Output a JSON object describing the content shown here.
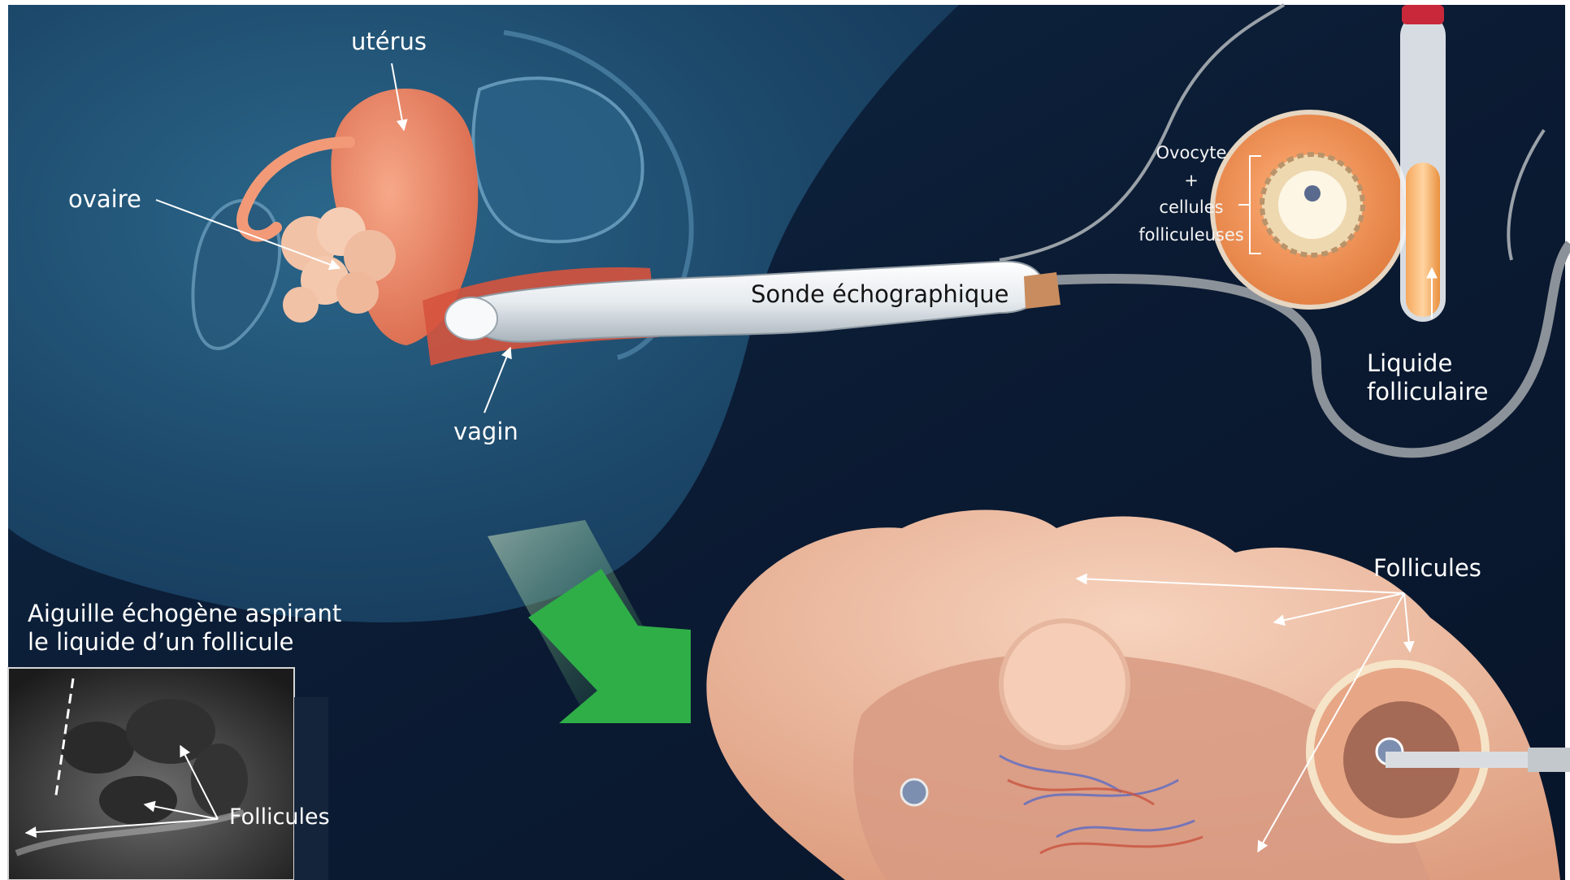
{
  "labels": {
    "uterus": "utérus",
    "ovary": "ovaire",
    "vagina": "vagin",
    "probe": "Sonde échographique",
    "oocyte_line1": "Ovocyte",
    "oocyte_plus": "+",
    "oocyte_line2": "cellules",
    "oocyte_line3": "folliculeuses",
    "fluid_line1": "Liquide",
    "fluid_line2": "folliculaire",
    "follicles_ovary": "Follicules",
    "needle_line1": "Aiguille échogène aspirant",
    "needle_line2": "le liquide d’un follicule",
    "follicles_ultrasound": "Follicules"
  },
  "colors": {
    "background": "#0b1b33",
    "body_silhouette": "#1d4a6c",
    "uterus": "#e98a66",
    "ovary": "#f2c2a6",
    "probe": "#e9edf1",
    "arrow": "#2fae48",
    "ovary_cross_section": "#eab298",
    "tube_fluid": "#f2a35a"
  },
  "icons": {
    "indicator_arrow": "green-arrow-icon"
  }
}
